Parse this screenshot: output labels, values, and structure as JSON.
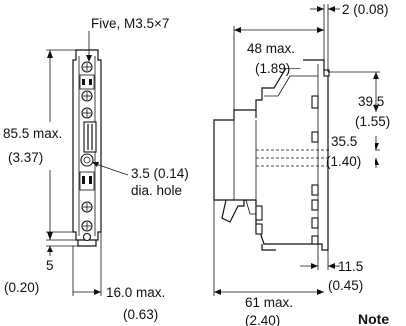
{
  "labels": {
    "screws": "Five, M3.5×7",
    "height_mm": "85.5 max.",
    "height_in": "(3.37)",
    "hole_mm": "3.5 (0.14)",
    "hole_desc": "dia. hole",
    "bottom_mm": "5",
    "bottom_in": "(0.20)",
    "width_mm": "16.0 max.",
    "width_in": "(0.63)",
    "top_depth_mm": "48 max.",
    "top_depth_in": "(1.89)",
    "offset_mm": "2 (0.08)",
    "dim1_mm": "39.5",
    "dim1_in": "(1.55)",
    "dim2_mm": "35.5",
    "dim2_in": "(1.40)",
    "dim3_mm": "11.5",
    "dim3_in": "(0.45)",
    "depth_mm": "61 max.",
    "depth_in": "(2.40)",
    "note": "Note"
  }
}
